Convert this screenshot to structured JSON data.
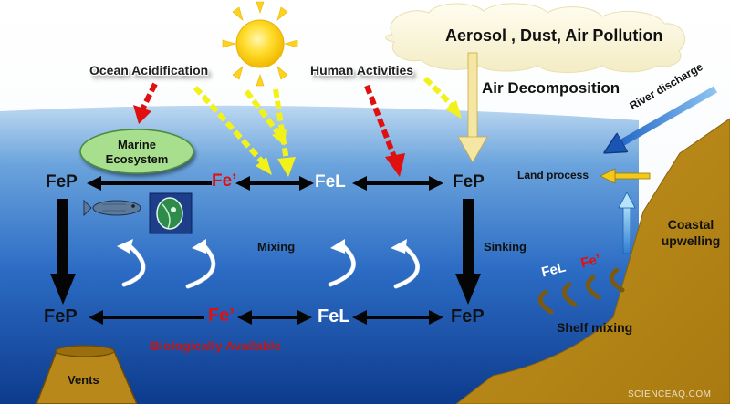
{
  "top": {
    "aerosol_label": "Aerosol , Dust, Air Pollution",
    "air_decomposition_label": "Air Decomposition",
    "ocean_acidification_label": "Ocean Acidification",
    "human_activities_label": "Human Activities",
    "river_discharge_label": "River discharge",
    "land_process_label": "Land process"
  },
  "surface": {
    "marine_ecosystem_label": "Marine\nEcosystem",
    "fep_left": "FeP",
    "fe_prime": "Fe’",
    "fel": "FeL",
    "fep_right": "FeP"
  },
  "middle": {
    "mixing_label": "Mixing",
    "sinking_label": "Sinking",
    "coastal_upwelling_label": "Coastal\nupwelling"
  },
  "deep": {
    "fep_left": "FeP",
    "fe_prime": "Fe’",
    "fel": "FeL",
    "fep_right": "FeP",
    "biologically_available_label": "Biologically Available",
    "vents_label": "Vents"
  },
  "shelf": {
    "fel": "FeL",
    "fe_prime": "Fe’",
    "shelf_mixing_label": "Shelf mixing"
  },
  "watermark": "SCIENCEAQ.COM",
  "colors": {
    "ocean_top": "#b9d6f0",
    "ocean_bottom": "#0e3f94",
    "land": "#b8891a",
    "sun": "#ffd21f",
    "red_arrow": "#e01010",
    "yellow_arrow": "#f2f21a",
    "ecosystem_fill": "#a8df8e"
  }
}
